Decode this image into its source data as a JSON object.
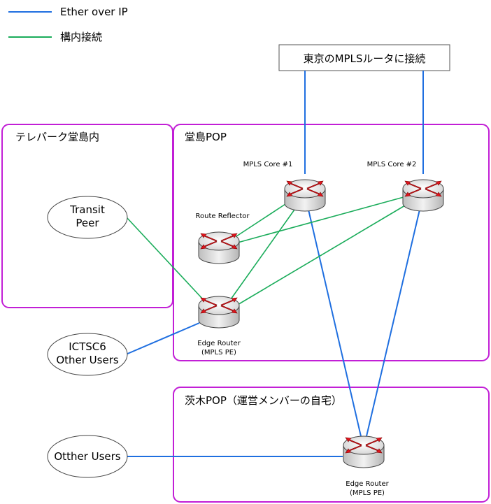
{
  "legend": {
    "items": [
      {
        "label": "Ether over IP",
        "color": "#1f6fe0"
      },
      {
        "label": "構内接続",
        "color": "#1aac5a"
      }
    ]
  },
  "tokyo_box": {
    "label": "東京のMPLSルータに接続"
  },
  "regions": {
    "telepark": {
      "title": "テレパーク堂島内"
    },
    "dojima": {
      "title": "堂島POP"
    },
    "ibaraki": {
      "title": "茨木POP（運営メンバーの自宅）"
    }
  },
  "routers": {
    "mpls_core1": {
      "label": "MPLS Core #1"
    },
    "mpls_core2": {
      "label": "MPLS Core #2"
    },
    "route_reflector": {
      "label": "Route Reflector"
    },
    "edge_dojima": {
      "label1": "Edge Router",
      "label2": "(MPLS PE)"
    },
    "edge_ibaraki": {
      "label1": "Edge Router",
      "label2": "(MPLS PE)"
    }
  },
  "peers": {
    "transit": {
      "line1": "Transit",
      "line2": "Peer"
    },
    "ictsc": {
      "line1": "ICTSC6",
      "line2": "Other Users"
    },
    "otther": {
      "line1": "Otther Users"
    }
  },
  "colors": {
    "ether_over_ip": "#1f6fe0",
    "internal": "#1aac5a",
    "region_border": "#c21fd6",
    "router_arrow": "#e0141c"
  }
}
